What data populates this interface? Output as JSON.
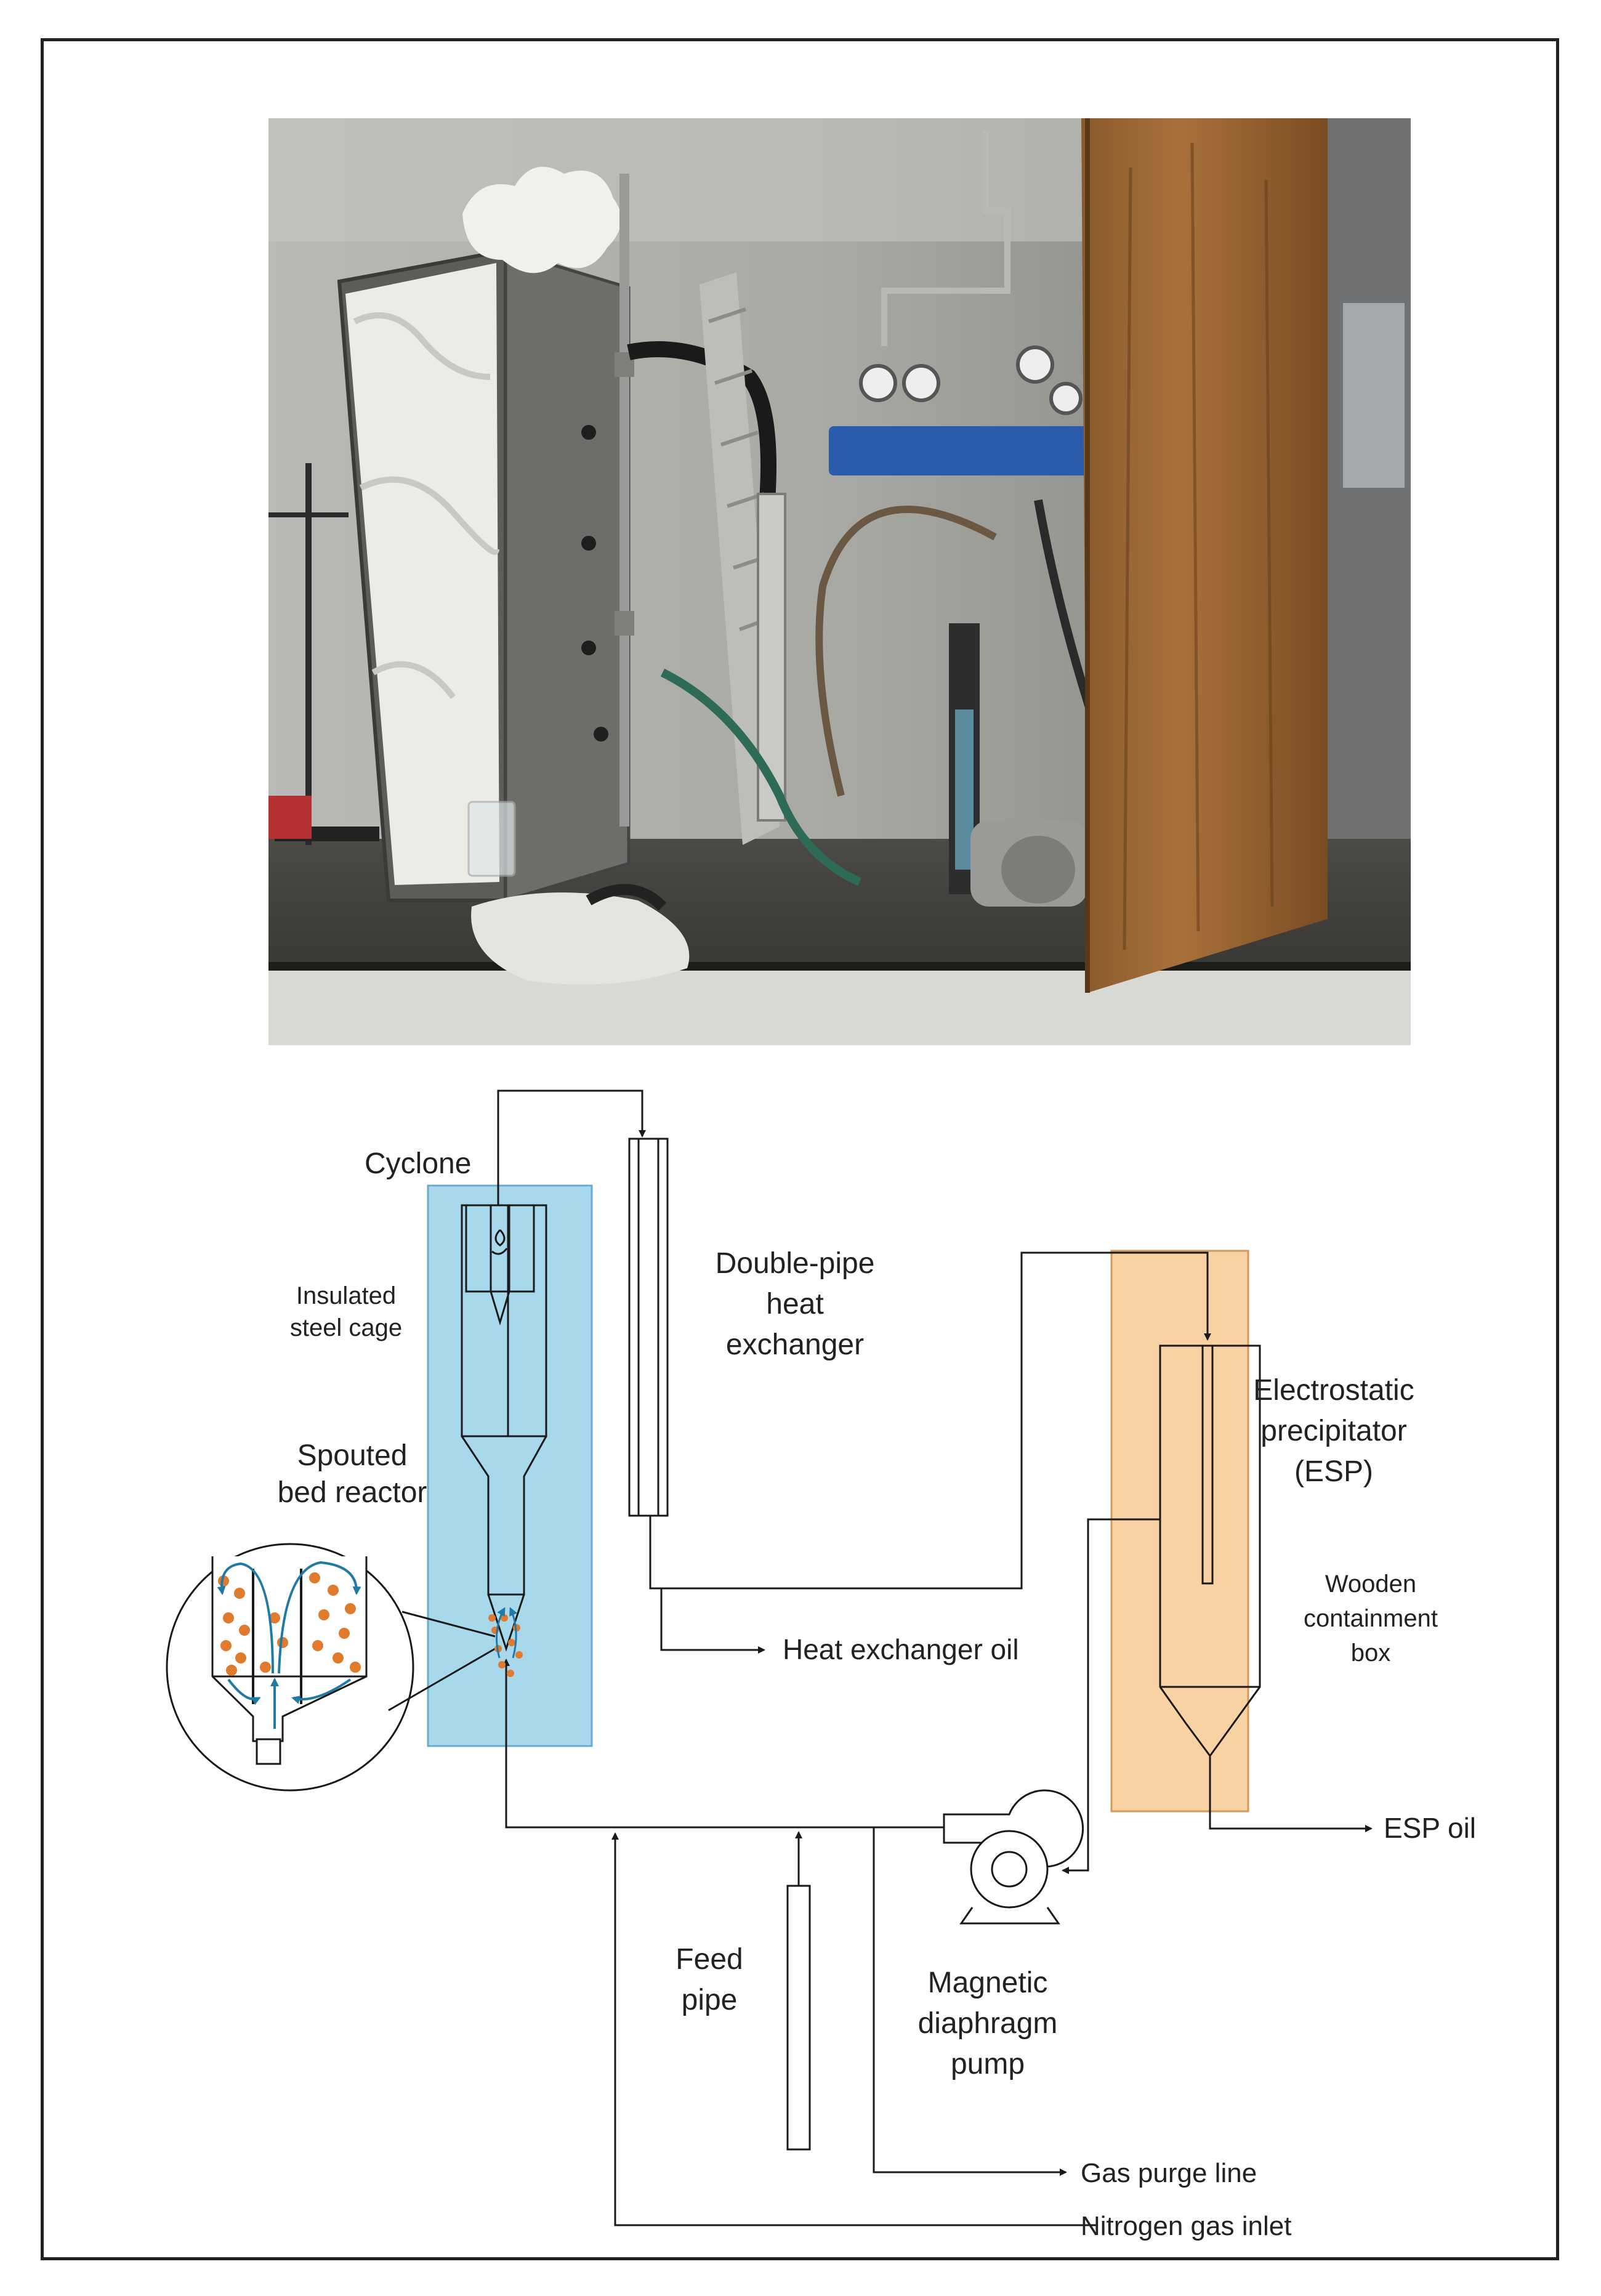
{
  "photo": {
    "alt": "Photograph of the laboratory pyrolysis setup"
  },
  "diagram": {
    "cyclone": "Cyclone",
    "steel_cage": [
      "Insulated",
      "steel cage"
    ],
    "reactor": [
      "Spouted",
      "bed reactor"
    ],
    "heat_exchanger": [
      "Double-pipe",
      "heat",
      "exchanger"
    ],
    "esp": [
      "Electrostatic",
      "precipitator",
      "(ESP)"
    ],
    "wooden_box": [
      "Wooden",
      "containment",
      "box"
    ],
    "heat_exchanger_oil": "Heat exchanger oil",
    "esp_oil": "ESP oil",
    "feed_pipe": [
      "Feed",
      "pipe"
    ],
    "pump": [
      "Magnetic",
      "diaphragm",
      "pump"
    ],
    "gas_purge": "Gas purge line",
    "nitrogen_inlet": "Nitrogen gas inlet",
    "colors": {
      "steel_cage_fill": "#a8d8ec",
      "wooden_box_fill": "#f9d2a3",
      "particle": "#e07a2c",
      "flow_arrow": "#1f7aa6",
      "line": "#1a1a1a"
    }
  }
}
